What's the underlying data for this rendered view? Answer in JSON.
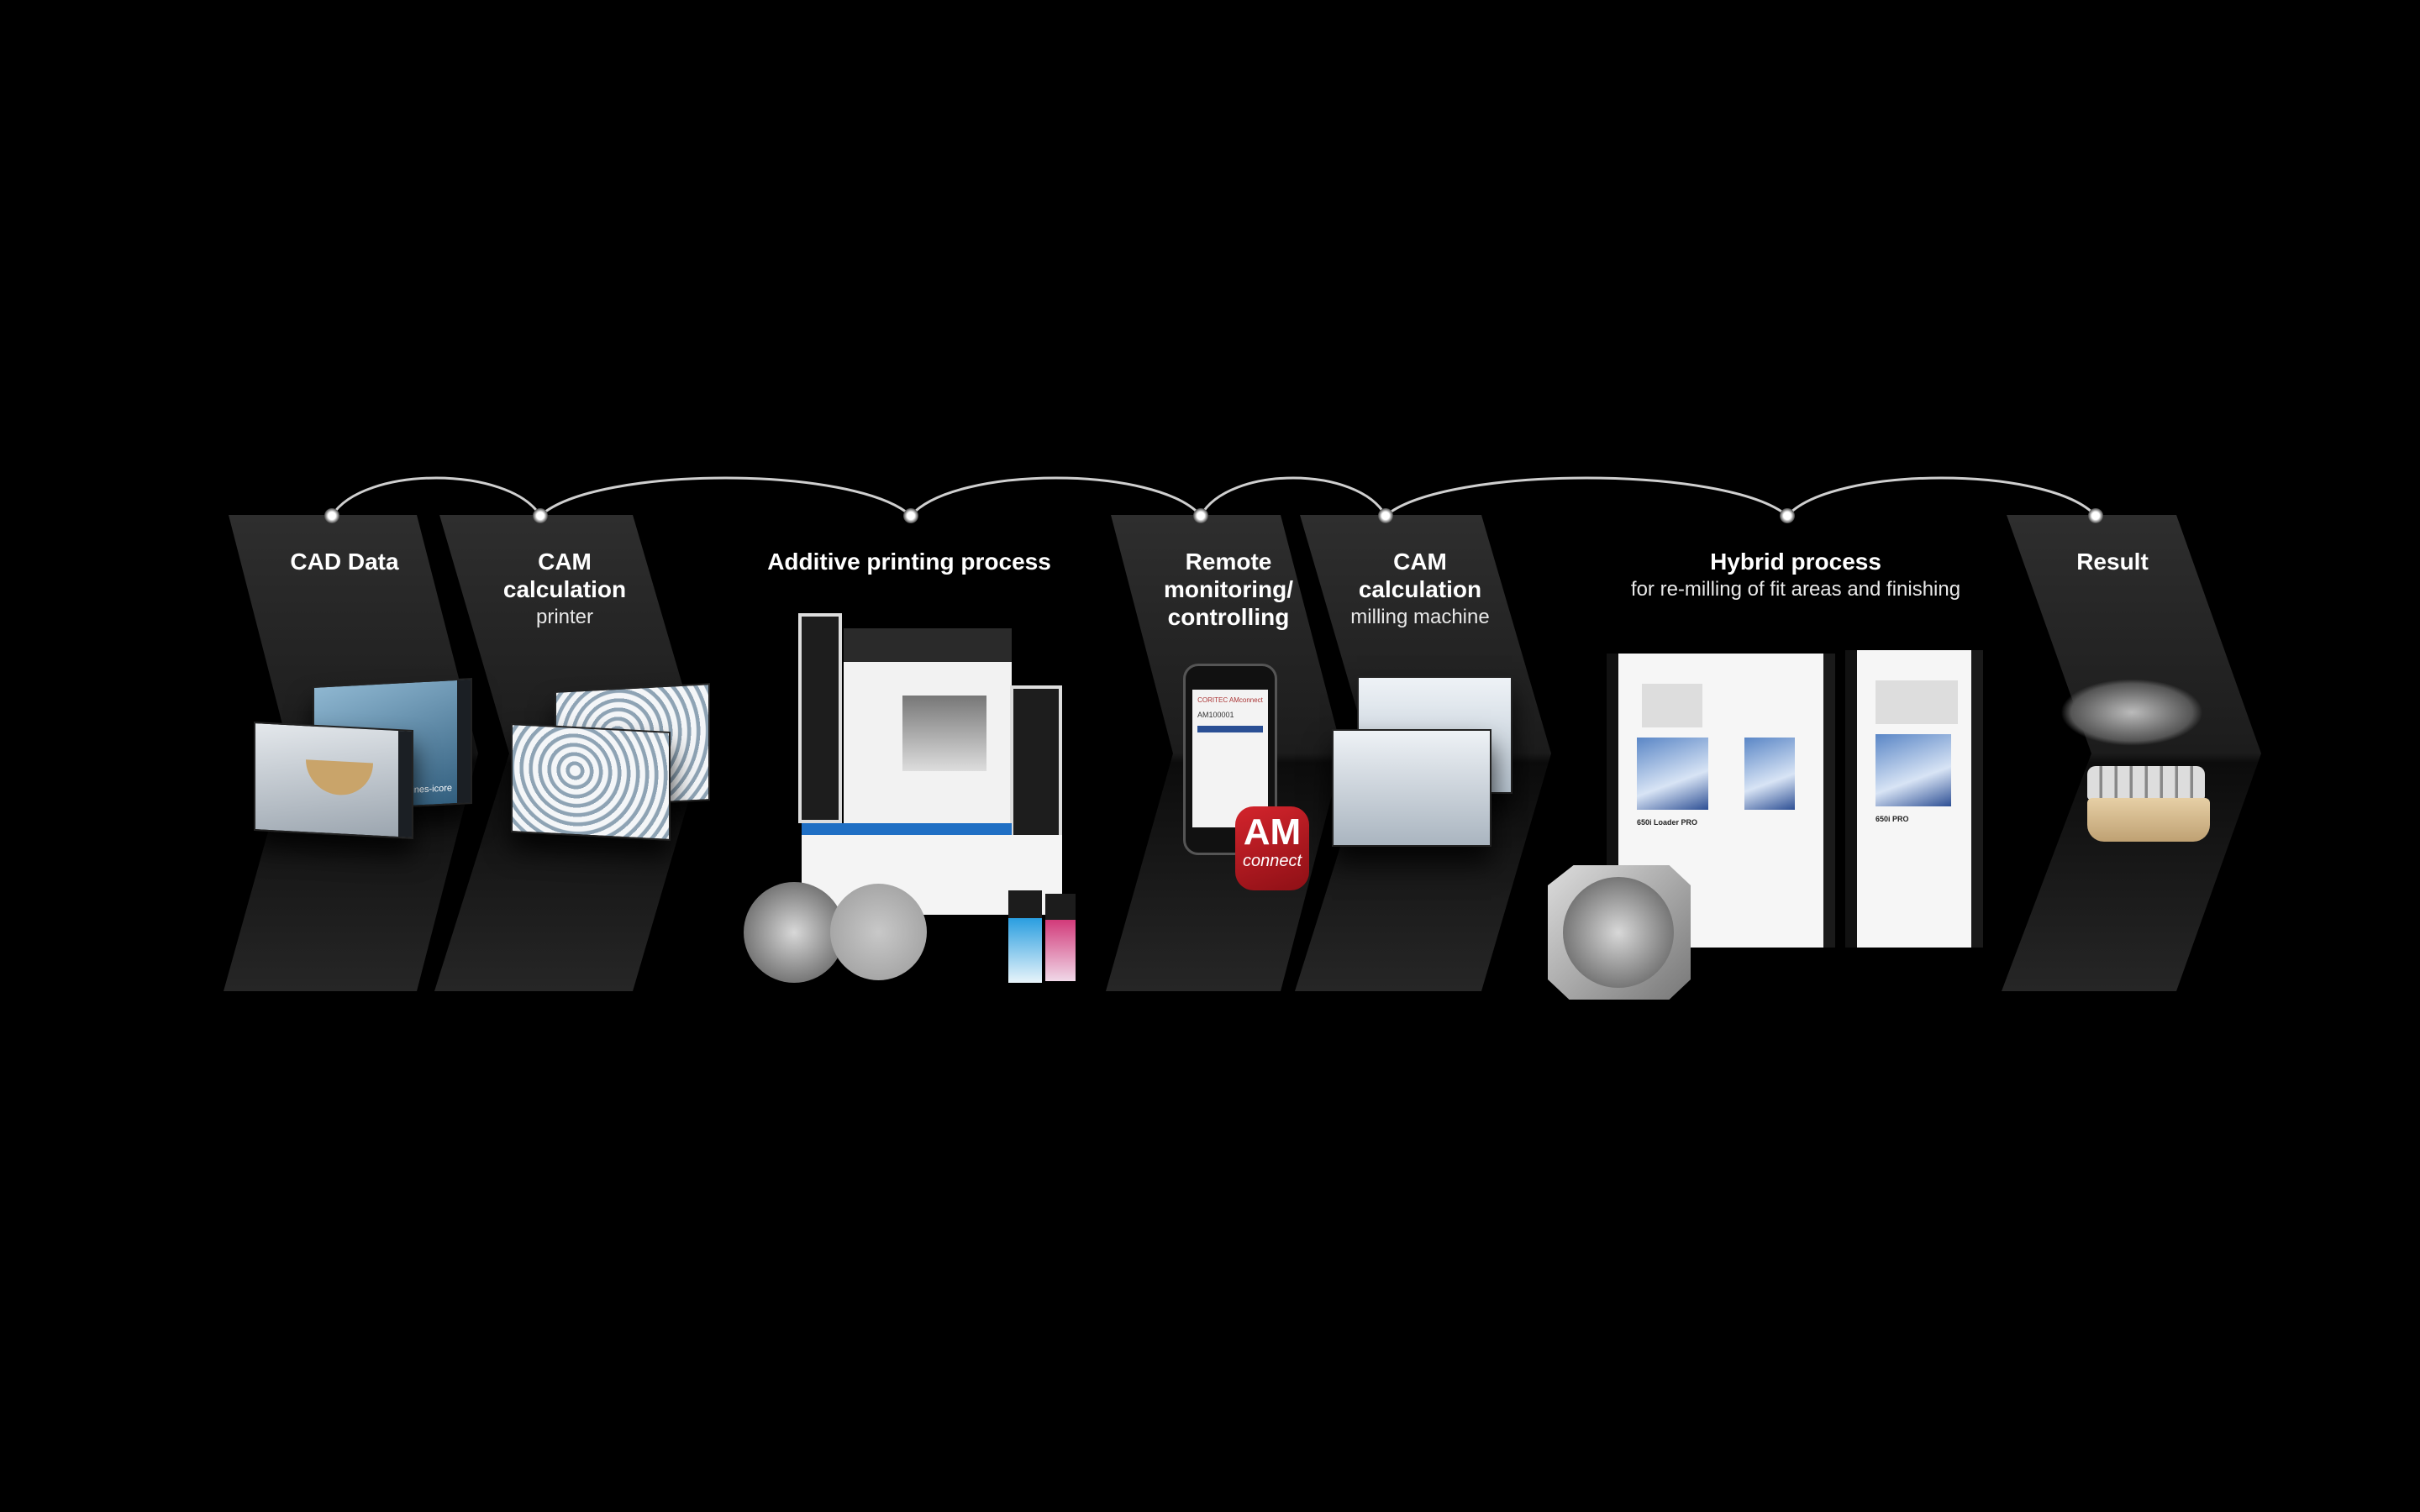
{
  "steps": [
    {
      "title": "CAD Data",
      "subtitle": ""
    },
    {
      "title": "CAM",
      "title2": "calculation",
      "subtitle": "printer"
    },
    {
      "title": "Additive printing process",
      "subtitle": ""
    },
    {
      "title": "Remote",
      "title2": "monitoring/",
      "title3": "controlling",
      "subtitle": ""
    },
    {
      "title": "CAM",
      "title2": "calculation",
      "subtitle": "milling machine"
    },
    {
      "title": "Hybrid process",
      "subtitle": "for re-milling of fit areas and finishing"
    },
    {
      "title": "Result",
      "subtitle": ""
    }
  ],
  "images": {
    "cad_software": "ines-icore",
    "phone_app": "CORITEC AMconnect",
    "phone_job": "AM100001",
    "am_logo": "AM",
    "am_logo_sub": "connect",
    "machine1_label": "650i Loader PRO",
    "machine2_label": "650i PRO"
  },
  "colors": {
    "background": "#000000",
    "panel": "#2b2b2b",
    "accent_red": "#c8202a",
    "accent_blue": "#1f6fc4"
  }
}
